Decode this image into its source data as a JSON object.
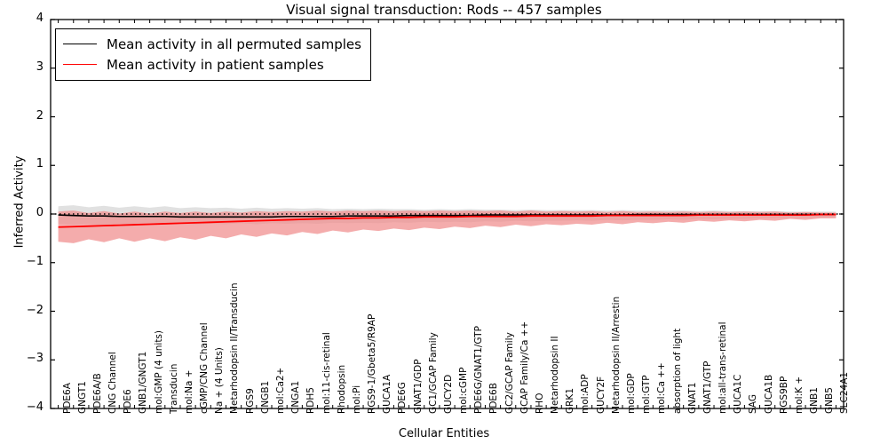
{
  "chart_data": {
    "type": "line",
    "title": "Visual signal transduction: Rods -- 457 samples",
    "xlabel": "Cellular Entities",
    "ylabel": "Inferred Activity",
    "ylim": [
      -4,
      4
    ],
    "yticks": [
      4,
      3,
      2,
      1,
      0,
      -1,
      -2,
      -3,
      -4
    ],
    "grid": false,
    "legend_position": "upper left",
    "zero_reference_line": {
      "value": 0,
      "style": "dotted",
      "color": "#000000"
    },
    "legend": [
      {
        "label": "Mean activity in all permuted samples",
        "color": "#000000"
      },
      {
        "label": "Mean activity in patient samples",
        "color": "#ff0000"
      }
    ],
    "categories": [
      "PDE6A",
      "GNGT1",
      "PDE6A/B",
      "CNG Channel",
      "PDE6",
      "GNB1/GNGT1",
      "mol:GMP (4 units)",
      "Transducin",
      "mol:Na +",
      "cGMP/CNG Channel",
      "Na + (4 Units)",
      "Metarhodopsin II/Transducin",
      "RGS9",
      "CNGB1",
      "mol:Ca2+",
      "CNGA1",
      "RDH5",
      "mol:11-cis-retinal",
      "Rhodopsin",
      "mol:Pi",
      "RGS9-1/Gbeta5/R9AP",
      "GUCA1A",
      "PDE6G",
      "GNAT1/GDP",
      "GC1/GCAP Family",
      "GUCY2D",
      "mol:cGMP",
      "PDE6G/GNAT1/GTP",
      "PDE6B",
      "GC2/GCAP Family",
      "GCAP Family/Ca ++",
      "RHO",
      "Metarhodopsin II",
      "GRK1",
      "mol:ADP",
      "GUCY2F",
      "Metarhodopsin II/Arrestin",
      "mol:GDP",
      "mol:GTP",
      "mol:Ca ++",
      "absorption of light",
      "GNAT1",
      "GNAT1/GTP",
      "mol:all-trans-retinal",
      "GUCA1C",
      "SAG",
      "GUCA1B",
      "RGS9BP",
      "mol:K +",
      "GNB1",
      "GNB5",
      "SLC24A1"
    ],
    "series": [
      {
        "name": "Mean activity in all permuted samples",
        "color": "#000000",
        "band_color": "#c8c8c8",
        "values": [
          -0.02,
          -0.03,
          -0.04,
          -0.04,
          -0.05,
          -0.05,
          -0.05,
          -0.05,
          -0.06,
          -0.06,
          -0.06,
          -0.06,
          -0.06,
          -0.06,
          -0.06,
          -0.05,
          -0.05,
          -0.05,
          -0.05,
          -0.04,
          -0.04,
          -0.04,
          -0.04,
          -0.03,
          -0.03,
          -0.03,
          -0.03,
          -0.03,
          -0.02,
          -0.02,
          -0.02,
          -0.02,
          -0.02,
          -0.02,
          -0.02,
          -0.02,
          -0.02,
          -0.02,
          -0.01,
          -0.01,
          -0.01,
          -0.01,
          -0.01,
          -0.01,
          -0.01,
          -0.01,
          -0.01,
          -0.01,
          -0.01,
          -0.01,
          -0.01,
          -0.01
        ],
        "band_upper": [
          0.16,
          0.18,
          0.14,
          0.17,
          0.13,
          0.16,
          0.13,
          0.16,
          0.12,
          0.14,
          0.12,
          0.13,
          0.11,
          0.13,
          0.11,
          0.12,
          0.11,
          0.12,
          0.1,
          0.11,
          0.1,
          0.11,
          0.1,
          0.1,
          0.09,
          0.1,
          0.09,
          0.1,
          0.09,
          0.09,
          0.08,
          0.09,
          0.08,
          0.08,
          0.08,
          0.08,
          0.07,
          0.08,
          0.07,
          0.07,
          0.07,
          0.07,
          0.06,
          0.07,
          0.06,
          0.06,
          0.06,
          0.06,
          0.05,
          0.05,
          0.05,
          0.05
        ],
        "band_lower": [
          -0.2,
          -0.22,
          -0.2,
          -0.23,
          -0.2,
          -0.23,
          -0.2,
          -0.22,
          -0.2,
          -0.22,
          -0.2,
          -0.21,
          -0.19,
          -0.21,
          -0.19,
          -0.2,
          -0.19,
          -0.2,
          -0.18,
          -0.19,
          -0.18,
          -0.19,
          -0.17,
          -0.18,
          -0.16,
          -0.17,
          -0.16,
          -0.17,
          -0.15,
          -0.16,
          -0.14,
          -0.15,
          -0.14,
          -0.14,
          -0.13,
          -0.14,
          -0.12,
          -0.13,
          -0.12,
          -0.12,
          -0.11,
          -0.12,
          -0.1,
          -0.11,
          -0.1,
          -0.1,
          -0.09,
          -0.09,
          -0.08,
          -0.08,
          -0.07,
          -0.07
        ]
      },
      {
        "name": "Mean activity in patient samples",
        "color": "#ff0000",
        "band_color": "#f08c8c",
        "values": [
          -0.27,
          -0.26,
          -0.25,
          -0.24,
          -0.23,
          -0.22,
          -0.21,
          -0.2,
          -0.19,
          -0.18,
          -0.17,
          -0.16,
          -0.15,
          -0.14,
          -0.13,
          -0.12,
          -0.11,
          -0.1,
          -0.09,
          -0.09,
          -0.08,
          -0.08,
          -0.07,
          -0.07,
          -0.06,
          -0.06,
          -0.06,
          -0.05,
          -0.05,
          -0.05,
          -0.05,
          -0.04,
          -0.04,
          -0.04,
          -0.04,
          -0.04,
          -0.03,
          -0.03,
          -0.03,
          -0.03,
          -0.03,
          -0.03,
          -0.02,
          -0.02,
          -0.02,
          -0.02,
          -0.02,
          -0.02,
          -0.02,
          -0.02,
          -0.01,
          -0.01
        ],
        "band_upper": [
          0.05,
          0.07,
          0.02,
          0.06,
          0.01,
          0.05,
          0.01,
          0.05,
          0.02,
          0.05,
          0.02,
          0.05,
          0.03,
          0.06,
          0.04,
          0.06,
          0.05,
          0.07,
          0.05,
          0.07,
          0.06,
          0.07,
          0.06,
          0.07,
          0.06,
          0.07,
          0.06,
          0.07,
          0.06,
          0.07,
          0.05,
          0.07,
          0.05,
          0.06,
          0.05,
          0.06,
          0.04,
          0.06,
          0.04,
          0.05,
          0.04,
          0.05,
          0.04,
          0.05,
          0.04,
          0.05,
          0.04,
          0.05,
          0.03,
          0.04,
          0.03,
          0.03
        ],
        "band_lower": [
          -0.57,
          -0.6,
          -0.52,
          -0.58,
          -0.5,
          -0.57,
          -0.5,
          -0.56,
          -0.48,
          -0.53,
          -0.45,
          -0.5,
          -0.42,
          -0.47,
          -0.4,
          -0.44,
          -0.37,
          -0.41,
          -0.34,
          -0.38,
          -0.32,
          -0.35,
          -0.3,
          -0.33,
          -0.28,
          -0.31,
          -0.26,
          -0.29,
          -0.24,
          -0.27,
          -0.22,
          -0.25,
          -0.21,
          -0.23,
          -0.2,
          -0.22,
          -0.18,
          -0.21,
          -0.17,
          -0.19,
          -0.16,
          -0.18,
          -0.14,
          -0.16,
          -0.13,
          -0.15,
          -0.12,
          -0.14,
          -0.1,
          -0.12,
          -0.09,
          -0.09
        ]
      }
    ]
  }
}
